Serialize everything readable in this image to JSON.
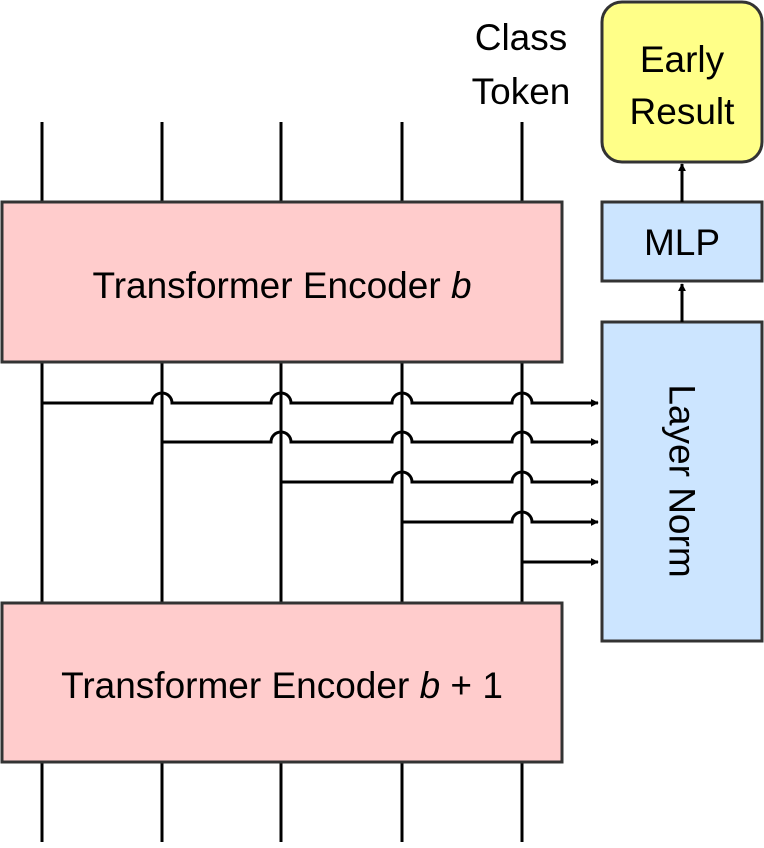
{
  "class_token": {
    "line1": "Class",
    "line2": "Token"
  },
  "early_result": {
    "line1": "Early",
    "line2": "Result"
  },
  "mlp": {
    "label": "MLP"
  },
  "layer_norm": {
    "label": "Layer Norm"
  },
  "encoder_top": {
    "prefix": "Transformer Encoder ",
    "var": "b",
    "suffix": ""
  },
  "encoder_bottom": {
    "prefix": "Transformer Encoder ",
    "var": "b",
    "suffix": " + 1"
  },
  "colors": {
    "encoder_fill": "#ffcccc",
    "blue_fill": "#cce5ff",
    "result_fill": "#ffff88",
    "stroke": "#333333",
    "line": "#000000"
  }
}
